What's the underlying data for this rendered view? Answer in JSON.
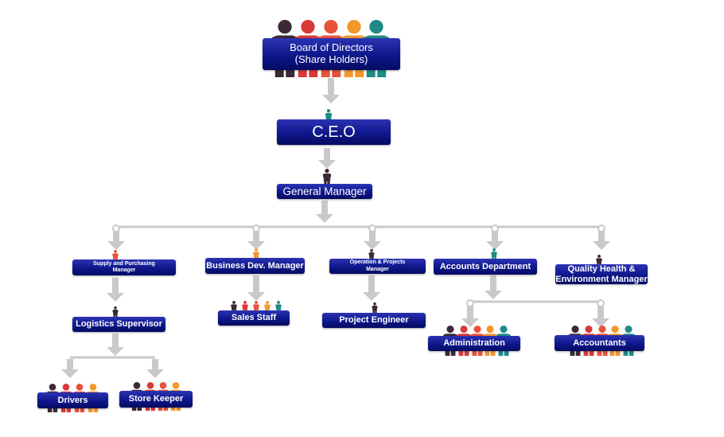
{
  "nodes": {
    "board": "Board of Directors\n(Share Holders)",
    "ceo": "C.E.O",
    "gm": "General Manager",
    "supply": "Supply and Purchasing\nManager",
    "bizdev": "Business Dev. Manager",
    "operation": "Operation & Projects\nManager",
    "accounts": "Accounts Department",
    "quality": "Quality Health &\nEnvironment Manager",
    "logistics": "Logistics Supervisor",
    "sales": "Sales Staff",
    "project": "Project Engineer",
    "admin": "Administration",
    "accountants": "Accountants",
    "drivers": "Drivers",
    "store": "Store Keeper"
  },
  "colors": {
    "box": "#0e178a",
    "connector": "#c9c9c9",
    "person_palette": [
      "#3a2a36",
      "#d83a3a",
      "#e8523a",
      "#f2972a",
      "#1f8a86"
    ]
  }
}
